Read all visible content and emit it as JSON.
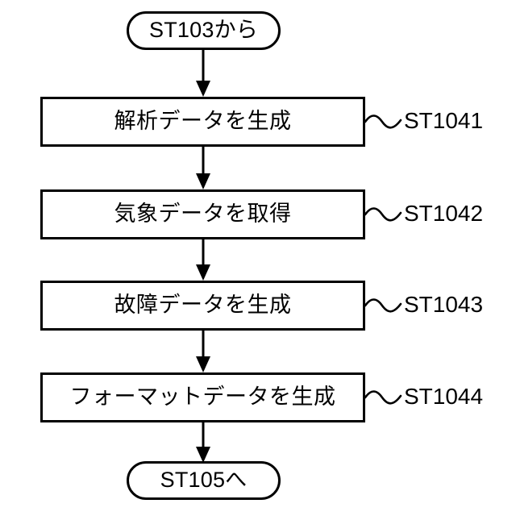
{
  "diagram": {
    "type": "flowchart",
    "orientation": "vertical-top-to-bottom",
    "title": "",
    "start_node": {
      "shape": "terminator",
      "label": "ST103から"
    },
    "end_node": {
      "shape": "terminator",
      "label": "ST105へ"
    },
    "steps": [
      {
        "shape": "process",
        "label": "解析データを生成",
        "ref": "ST1041"
      },
      {
        "shape": "process",
        "label": "気象データを取得",
        "ref": "ST1042"
      },
      {
        "shape": "process",
        "label": "故障データを生成",
        "ref": "ST1043"
      },
      {
        "shape": "process",
        "label": "フォーマットデータを生成",
        "ref": "ST1044"
      }
    ],
    "connectors": {
      "count": 5,
      "style": "solid-line-with-filled-arrowhead",
      "ref_leader_style": "tilde-squiggle"
    },
    "colors": {
      "stroke": "#000000",
      "background": "#ffffff",
      "text": "#000000"
    }
  }
}
